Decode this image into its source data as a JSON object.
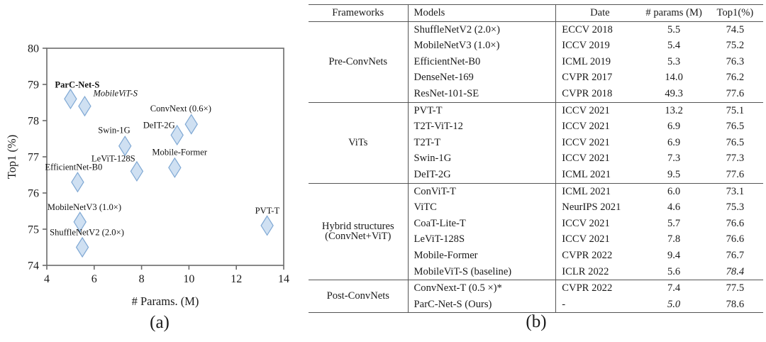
{
  "figure_a": {
    "caption": "(a)",
    "chart_data": {
      "type": "scatter",
      "title": "",
      "xlabel": "# Params. (M)",
      "ylabel": "Top1 (%)",
      "xlim": [
        4,
        14
      ],
      "ylim": [
        74,
        80
      ],
      "xticks": [
        4,
        6,
        8,
        10,
        12,
        14
      ],
      "yticks": [
        74,
        75,
        76,
        77,
        78,
        79,
        80
      ],
      "grid": false,
      "legend": "none",
      "marker": "diamond",
      "marker_fill": "#cfe0f2",
      "marker_edge": "#7fa8d4",
      "points": [
        {
          "label": "ParC-Net-S",
          "x": 5.0,
          "y": 78.6,
          "style": "bold",
          "label_dx": -22,
          "label_dy": -16
        },
        {
          "label": "MobileViT-S",
          "x": 5.6,
          "y": 78.4,
          "style": "italic",
          "label_dx": 12,
          "label_dy": -14
        },
        {
          "label": "ConvNext (0.6×)",
          "x": 10.1,
          "y": 77.9,
          "style": "normal",
          "label_dx": -58,
          "label_dy": -18
        },
        {
          "label": "DeIT-2G",
          "x": 9.5,
          "y": 77.6,
          "style": "normal",
          "label_dx": -48,
          "label_dy": -10
        },
        {
          "label": "Swin-1G",
          "x": 7.3,
          "y": 77.3,
          "style": "normal",
          "label_dx": -38,
          "label_dy": -18
        },
        {
          "label": "Mobile-Former",
          "x": 9.4,
          "y": 76.7,
          "style": "normal",
          "label_dx": -32,
          "label_dy": -18
        },
        {
          "label": "LeViT-128S",
          "x": 7.8,
          "y": 76.6,
          "style": "normal",
          "label_dx": -64,
          "label_dy": -14
        },
        {
          "label": "EfficientNet-B0",
          "x": 5.3,
          "y": 76.3,
          "style": "normal",
          "label_dx": -46,
          "label_dy": -17
        },
        {
          "label": "MobileNetV3 (1.0×)",
          "x": 5.4,
          "y": 75.2,
          "style": "normal",
          "label_dx": -46,
          "label_dy": -17
        },
        {
          "label": "ShuffleNetV2 (2.0×)",
          "x": 5.5,
          "y": 74.5,
          "style": "normal",
          "label_dx": -46,
          "label_dy": -17
        },
        {
          "label": "PVT-T",
          "x": 13.3,
          "y": 75.1,
          "style": "normal",
          "label_dx": -17,
          "label_dy": -17
        }
      ]
    }
  },
  "figure_b": {
    "caption": "(b)",
    "table": {
      "headers": [
        "Frameworks",
        "Models",
        "Date",
        "# params (M)",
        "Top1(%)"
      ],
      "groups": [
        {
          "framework": "Pre-ConvNets",
          "rows": [
            {
              "model": "ShuffleNetV2 (2.0×)",
              "date": "ECCV 2018",
              "params": "5.5",
              "params_style": "normal",
              "top1": "74.5",
              "top1_style": "normal"
            },
            {
              "model": "MobileNetV3 (1.0×)",
              "date": "ICCV 2019",
              "params": "5.4",
              "params_style": "normal",
              "top1": "75.2",
              "top1_style": "normal"
            },
            {
              "model": "EfficientNet-B0",
              "date": "ICML 2019",
              "params": "5.3",
              "params_style": "normal",
              "top1": "76.3",
              "top1_style": "normal"
            },
            {
              "model": "DenseNet-169",
              "date": "CVPR 2017",
              "params": "14.0",
              "params_style": "normal",
              "top1": "76.2",
              "top1_style": "normal"
            },
            {
              "model": "ResNet-101-SE",
              "date": "CVPR 2018",
              "params": "49.3",
              "params_style": "normal",
              "top1": "77.6",
              "top1_style": "normal"
            }
          ]
        },
        {
          "framework": "ViTs",
          "rows": [
            {
              "model": "PVT-T",
              "date": "ICCV 2021",
              "params": "13.2",
              "params_style": "normal",
              "top1": "75.1",
              "top1_style": "normal"
            },
            {
              "model": "T2T-ViT-12",
              "date": "ICCV 2021",
              "params": "6.9",
              "params_style": "normal",
              "top1": "76.5",
              "top1_style": "normal"
            },
            {
              "model": "T2T-T",
              "date": "ICCV 2021",
              "params": "6.9",
              "params_style": "normal",
              "top1": "76.5",
              "top1_style": "normal"
            },
            {
              "model": "Swin-1G",
              "date": "ICCV 2021",
              "params": "7.3",
              "params_style": "normal",
              "top1": "77.3",
              "top1_style": "normal"
            },
            {
              "model": "DeIT-2G",
              "date": "ICML 2021",
              "params": "9.5",
              "params_style": "normal",
              "top1": "77.6",
              "top1_style": "normal"
            }
          ]
        },
        {
          "framework": "Hybrid structures\n(ConvNet+ViT)",
          "framework_line1": "Hybrid structures",
          "framework_line2": "(ConvNet+ViT)",
          "rows": [
            {
              "model": "ConViT-T",
              "date": "ICML 2021",
              "params": "6.0",
              "params_style": "normal",
              "top1": "73.1",
              "top1_style": "normal"
            },
            {
              "model": "ViTC",
              "date": "NeurIPS 2021",
              "params": "4.6",
              "params_style": "bold",
              "top1": "75.3",
              "top1_style": "normal"
            },
            {
              "model": "CoaT-Lite-T",
              "date": "ICCV 2021",
              "params": "5.7",
              "params_style": "normal",
              "top1": "76.6",
              "top1_style": "normal"
            },
            {
              "model": "LeViT-128S",
              "date": "ICCV 2021",
              "params": "7.8",
              "params_style": "normal",
              "top1": "76.6",
              "top1_style": "normal"
            },
            {
              "model": "Mobile-Former",
              "date": "CVPR 2022",
              "params": "9.4",
              "params_style": "normal",
              "top1": "76.7",
              "top1_style": "normal"
            },
            {
              "model": "MobileViT-S (baseline)",
              "date": "ICLR 2022",
              "params": "5.6",
              "params_style": "normal",
              "top1": "78.4",
              "top1_style": "italic"
            }
          ]
        },
        {
          "framework": "Post-ConvNets",
          "rows": [
            {
              "model": "ConvNext-T (0.5 ×)*",
              "date": "CVPR 2022",
              "params": "7.4",
              "params_style": "normal",
              "top1": "77.5",
              "top1_style": "normal"
            },
            {
              "model": "ParC-Net-S  (Ours)",
              "date": "-",
              "params": "5.0",
              "params_style": "italic",
              "top1": "78.6",
              "top1_style": "bold"
            }
          ]
        }
      ]
    }
  }
}
